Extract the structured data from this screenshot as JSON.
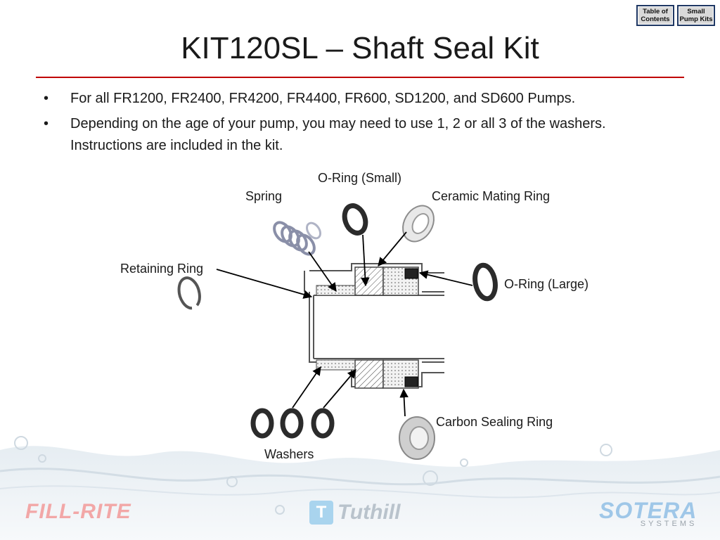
{
  "nav": {
    "toc_label": "Table of Contents",
    "small_pump_kits_label": "Small Pump Kits"
  },
  "title": "KIT120SL – Shaft Seal Kit",
  "bullets": [
    "For all FR1200, FR2400, FR4200, FR4400, FR600, SD1200, and SD600 Pumps.",
    "Depending on the age of your pump, you may need to use 1, 2 or all 3 of the washers.  Instructions are included in the kit."
  ],
  "bullet_symbol": "•",
  "diagram_labels": {
    "o_ring_small": "O-Ring (Small)",
    "spring": "Spring",
    "ceramic_mating_ring": "Ceramic Mating Ring",
    "retaining_ring": "Retaining Ring",
    "o_ring_large": "O-Ring (Large)",
    "carbon_sealing_ring": "Carbon Sealing Ring",
    "washers": "Washers"
  },
  "logos": {
    "fill_rite": "FILL-RITE",
    "tuthill": "Tuthill",
    "sotera": "SOTERA",
    "sotera_sub": "SYSTEMS"
  },
  "colors": {
    "accent_rule": "#c00000",
    "nav_border": "#1f3864"
  }
}
